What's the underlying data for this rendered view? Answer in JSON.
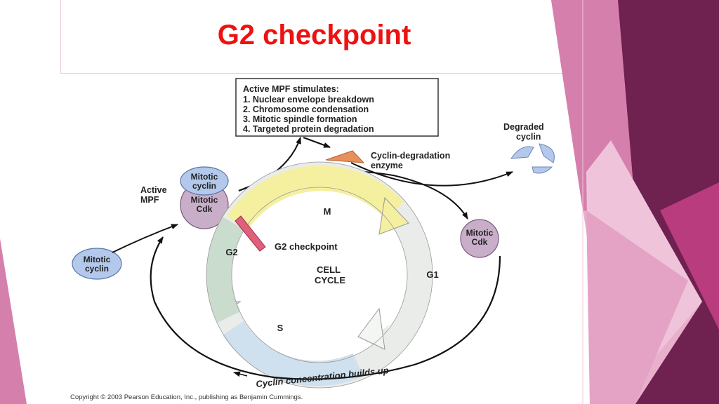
{
  "slide": {
    "title": "G2 checkpoint"
  },
  "diagram": {
    "stimulates_box": {
      "heading": "Active MPF stimulates:",
      "items": [
        "1. Nuclear envelope breakdown",
        "2. Chromosome condensation",
        "3. Mitotic spindle formation",
        "4. Targeted protein degradation"
      ]
    },
    "active_mpf_label": [
      "Active",
      "MPF"
    ],
    "mpf_complex": {
      "cyclin": [
        "Mitotic",
        "cyclin"
      ],
      "cdk": [
        "Mitotic",
        "Cdk"
      ]
    },
    "free_cyclin": [
      "Mitotic",
      "cyclin"
    ],
    "free_cdk": [
      "Mitotic",
      "Cdk"
    ],
    "enzyme_label": [
      "Cyclin-degradation",
      "enzyme"
    ],
    "degraded_label": [
      "Degraded",
      "cyclin"
    ],
    "cycle": {
      "center": [
        "CELL",
        "CYCLE"
      ],
      "phases": {
        "m": "M",
        "g1": "G1",
        "s": "S",
        "g2": "G2"
      },
      "checkpoint_label": "G2 checkpoint"
    },
    "curve_label": "Cyclin concentration builds up",
    "copyright": "Copyright © 2003 Pearson Education, Inc., publishing as Benjamin Cummings."
  },
  "colors": {
    "title": "#ee1111",
    "dark_plum": "#6f2150",
    "mid_magenta": "#b83c7e",
    "light_pink": "#e6a0c4",
    "protein_blue": "#b3c8ea",
    "protein_purple": "#c8aec8",
    "m_phase_yellow": "#f4f0a0",
    "s_phase_blue": "#cfe0ee",
    "g2_phase_green": "#c9dccd",
    "enzyme_orange": "#e8905c",
    "checkpoint_bar": "#e0607a"
  }
}
